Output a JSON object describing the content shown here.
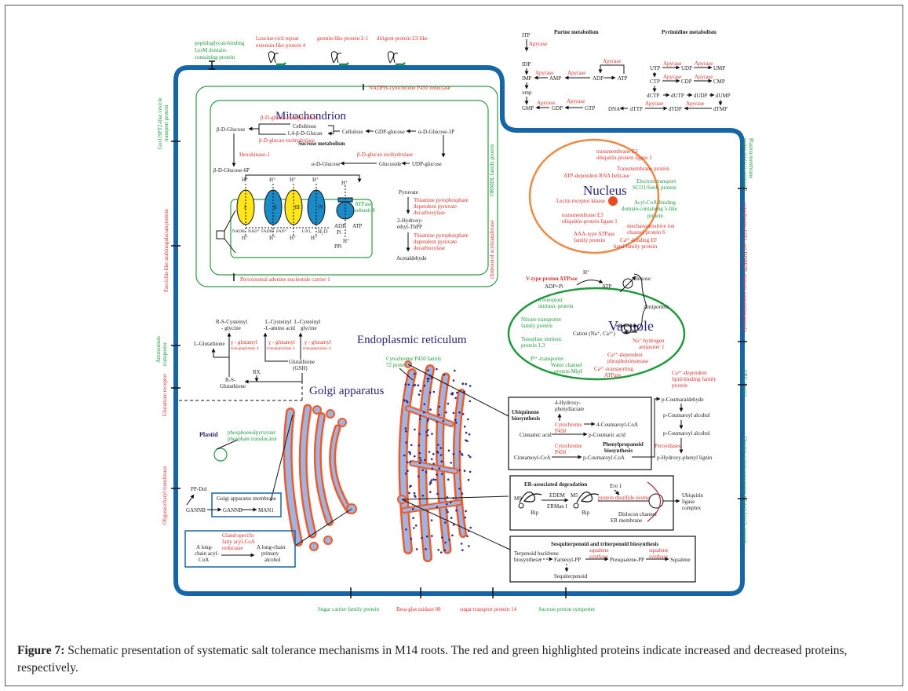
{
  "caption": {
    "label": "Figure 7:",
    "text": " Schematic presentation of systematic salt tolerance mechanisms in M14 roots. The red and green highlighted proteins indicate increased and decreased proteins, respectively."
  },
  "legend_colors": {
    "increased": "#d9322b",
    "decreased": "#1e9a3c",
    "cell_membrane": "#1565a8",
    "title_text": "#2a2275"
  },
  "top_membrane_proteins": [
    {
      "label_lines": [
        "peptidoglycan-binding",
        "LysM domain-",
        "containing protein"
      ],
      "status": "decreased"
    },
    {
      "label_lines": [
        "Leucine-rich repeat",
        "extensin-like protein 4"
      ],
      "status": "increased"
    },
    {
      "label_lines": [
        "germin-like protein 2-1"
      ],
      "status": "increased"
    },
    {
      "label_lines": [
        "dirigent protein 23-like"
      ],
      "status": "increased"
    }
  ],
  "left_membrane_proteins": [
    {
      "label_lines": [
        "Got1/SFT2-like vesicle",
        "transport protein"
      ],
      "status": "decreased"
    },
    {
      "label_lines": [
        "Fasciclin-like arabinogalactan protein"
      ],
      "status": "increased"
    },
    {
      "label_lines": [
        "Ammonium",
        "transporter"
      ],
      "status": "decreased"
    },
    {
      "label_lines": [
        "Glutamate receptor"
      ],
      "status": "increased"
    },
    {
      "label_lines": [
        "Oligosaccharyl transferase"
      ],
      "status": "increased"
    }
  ],
  "right_membrane_proteins": [
    {
      "label_lines": [
        "Plasma membrane",
        "major intrinsic protein 1"
      ],
      "status": "decreased"
    },
    {
      "label_lines": [
        "cytochrome b561 and DOMON domain-containing protein"
      ],
      "status": "increased"
    },
    {
      "label_lines": [
        "ABC protein"
      ],
      "status": "decreased"
    },
    {
      "label_lines": [
        "Organic cation transporter-related family protein"
      ],
      "status": "decreased"
    }
  ],
  "bottom_membrane_proteins": [
    {
      "label": "Sugar carrier family protein",
      "status": "decreased"
    },
    {
      "label": "Beta-glucosidase 08",
      "status": "increased"
    },
    {
      "label": "sugar transport protein 14",
      "status": "increased"
    },
    {
      "label": "Sucrose proton symporter",
      "status": "decreased"
    }
  ],
  "purine": {
    "title": "Purine metabolism",
    "enzyme": "Apyrase",
    "nodes": [
      "ITP",
      "IDP",
      "IMP",
      "AMP",
      "ADP",
      "ATP",
      "xmp",
      "GMP",
      "GDP",
      "GTP"
    ]
  },
  "pyrimidine": {
    "title": "Pyrimidine metabolism",
    "enzyme": "Apyrase",
    "nodes": [
      "UTP",
      "UDP",
      "UMP",
      "CTP",
      "CDP",
      "CMP",
      "dCTP",
      "dUTP",
      "dUDP",
      "dUMP",
      "DNA",
      "dTTP",
      "dTDP",
      "dTMP"
    ]
  },
  "mitochondrion": {
    "title": "Mitochondrion",
    "outer_protein": {
      "label": "NADPH-cytochrome P450 reductase",
      "status": "increased"
    },
    "right_proteins": [
      {
        "label": "ORMDL family protein",
        "status": "decreased"
      },
      {
        "label": "cholesterol acyltransferase",
        "status": "increased"
      }
    ],
    "bottom_protein": {
      "label": "Peroxisomal adenine nucleotide carrier 1",
      "status": "increased"
    },
    "sucrose_metabolism_title": "Sucrose metabolism",
    "glucan_enzyme": "β-D-glucan exohydrolase",
    "hexokinase": "Hexokinase-1",
    "nodes": {
      "b_glucose": "β-D-Glucose",
      "cellobiose": "Cellobiose",
      "glucan": "1,4-β-D-Glucan",
      "cellulose": "Cellulose",
      "gdp_glucose": "GDP-glucose",
      "a_glucose_1p": "α-D-Glucose-1P",
      "a_glucose": "α-D-Glucose",
      "glucoside": "Glucoside",
      "udp_glucose": "UDP-glucose",
      "b_glucose_6p": "β-D-Glucose-6P"
    },
    "complexes": [
      "I",
      "II",
      "III",
      "IV"
    ],
    "atpase": {
      "label_lines": [
        "ATPase",
        "subunit 8"
      ],
      "status": "decreased"
    },
    "etc_labels": {
      "h": "H⁺",
      "nadh": "NADH",
      "nad": "NAD⁺",
      "fadh": "FADH²",
      "fad": "FAD⁺",
      "o2": "1/2O₂",
      "h2o": "H₂O",
      "adp": "ADP",
      "pi": "Pi",
      "ppi": "PPi",
      "atp": "ATP"
    },
    "pyruvate_path": {
      "nodes": [
        "Pyruvate",
        "2-Hydroxy-",
        "ethyl-ThPP",
        "Acetaldehyde"
      ],
      "enzyme_lines": [
        "Thiamine pyrophosphate",
        "dependent pyruvate",
        "decarboxylase"
      ]
    }
  },
  "nucleus": {
    "title": "Nucleus",
    "proteins": [
      {
        "label_lines": [
          "transmembrane E3",
          "ubiquitin-protein ligase 1"
        ],
        "status": "increased"
      },
      {
        "label_lines": [
          "Transmembrane  protein"
        ],
        "status": "increased"
      },
      {
        "label_lines": [
          "ATP-dependent RNA helicase"
        ],
        "status": "increased"
      },
      {
        "label_lines": [
          "Electron transport",
          "SCO1/SenC protein"
        ],
        "status": "decreased"
      },
      {
        "label_lines": [
          "Lectin receptor kinase"
        ],
        "status": "increased"
      },
      {
        "label_lines": [
          "Acyl-CoA-binding",
          "domain-containing 5-like",
          "protein"
        ],
        "status": "decreased"
      },
      {
        "label_lines": [
          "transmembrane E3",
          "ubiquitin-protein ligase 1"
        ],
        "status": "increased"
      },
      {
        "label_lines": [
          "mechanosensitive ion",
          "channel protein 6"
        ],
        "status": "increased"
      },
      {
        "label_lines": [
          "AAA-type ATPase",
          "family protein"
        ],
        "status": "increased"
      },
      {
        "label_lines": [
          "Ca²⁺-binding EF",
          "hand family protein"
        ],
        "status": "increased"
      }
    ]
  },
  "vacuole": {
    "title": "Vacuole",
    "v_atpase": {
      "label": "V-type proton ATPase",
      "status": "increased"
    },
    "labels": {
      "adp_pi": "ADP+Pi",
      "atp": "ATP",
      "h": "H⁺",
      "hexose": "Hexose",
      "cation": "Cation  (Na⁺, Ca²⁺)",
      "antiporters": "Antiporters"
    },
    "proteins": [
      {
        "label_lines": [
          "δ tonoplast",
          "intrinsic protein"
        ],
        "status": "decreased"
      },
      {
        "label_lines": [
          "Nitrate transporter",
          "family protein"
        ],
        "status": "decreased"
      },
      {
        "label_lines": [
          "Tonoplast intrinsic",
          "protein 1,3"
        ],
        "status": "decreased"
      },
      {
        "label_lines": [
          "P³⁺-transporter"
        ],
        "status": "decreased"
      },
      {
        "label_lines": [
          "Water channel",
          "protein MipI"
        ],
        "status": "decreased"
      },
      {
        "label_lines": [
          "Na⁺:hydrogen",
          "antiporter 1"
        ],
        "status": "increased"
      },
      {
        "label_lines": [
          "Ca²⁺-dependent",
          "phosphotriesterase"
        ],
        "status": "increased"
      },
      {
        "label_lines": [
          "Ca²⁺-transporting",
          "ATPase"
        ],
        "status": "increased"
      },
      {
        "label_lines": [
          "Ca²⁺-dependent",
          "lipid-binding family",
          "protein"
        ],
        "status": "increased"
      }
    ]
  },
  "glutathione": {
    "nodes": [
      "R-S-Cysteinyl",
      "- glycine",
      "L-Cysteinyl",
      "-L-amino acid",
      "L-Cysteinyl",
      "glycine",
      "L-Glutathione",
      "Glutathione",
      "(GSH)",
      "R-S-",
      "Glutathione",
      "RX"
    ],
    "enzyme_lines": [
      "γ - glutamyl",
      "transpeptidase 4"
    ]
  },
  "organelle_titles": {
    "er": "Endoplasmic reticulum",
    "golgi": "Golgi apparatus",
    "plastid": "Plastid"
  },
  "er_protein": {
    "label_lines": [
      "Cytochrome P450 family",
      "72 protein"
    ],
    "status": "decreased"
  },
  "plastid_protein": {
    "label_lines": [
      "phosphoenolpyruvate/",
      "phosphate translocator"
    ],
    "status": "decreased"
  },
  "golgi_boxes": {
    "ppdol": "PP-Dol",
    "membrane_title": "Golgi apparatus membrane",
    "gannb": "GANNB",
    "man1": "MAN1",
    "fatty": {
      "enzyme_lines": [
        "Gland-specific",
        "fatty acyl-CoA",
        "reductase"
      ],
      "from_lines": [
        "A long-",
        "chain acyl-",
        "CoA"
      ],
      "to_lines": [
        "A long-chain",
        "primary",
        "alcohol"
      ]
    }
  },
  "phenylpropanoid_box": {
    "ubiquinone_title_lines": [
      "Ubiquinone",
      "biosynthesis"
    ],
    "phenyl_title_lines": [
      "Phenylpropanoid",
      "biosynthesis"
    ],
    "hydroxy_lines": [
      "4-Hydroxy-",
      "phenyllactate"
    ],
    "cyt_lines": [
      "Cytochrome",
      "P450"
    ],
    "coumaroyl_coa4": "4-Coumaroyl-CoA",
    "cinnamic": "Cinnamic acid",
    "p_coumaric": "p-Coumaric acid",
    "cinnamoyl": "Cinnamoyl-CoA",
    "p_coumaroyl_coa": "p-Coumaroyl-CoA",
    "chain": [
      "p-Coumaraldehyde",
      "p-Coumaroyl alcohol",
      "p-Coumaroyl alcohol",
      "p-Hydroxy-phenyl lignin"
    ],
    "peroxidases": "Peroxidases"
  },
  "erad_box": {
    "title": "ER-associated degradation",
    "m9": "M9",
    "m5": "M5",
    "edem": "EDEM",
    "erman": "ERMan I",
    "bip": "Bip",
    "ero": "Ero 1",
    "pdi": "protein disulfide-isomerase",
    "dislocon": "Dislocon channel",
    "er_membrane": "ER membrane",
    "ubiquitin_lines": [
      "Ubiquitin",
      "ligase",
      "complex"
    ]
  },
  "terpenoid_box": {
    "title": "Sesquiterpenoid and triterpenoid biosynthesis",
    "backbone_lines": [
      "Terpenoid backbone",
      "biosynthesis"
    ],
    "farnesyl": "Farnesyl-PP",
    "enzyme_lines": [
      "squalene",
      "synthase"
    ],
    "presqualene": "Presqualene-PP",
    "squalene": "Squalene",
    "sesqui": "Sequiterpenoid"
  }
}
